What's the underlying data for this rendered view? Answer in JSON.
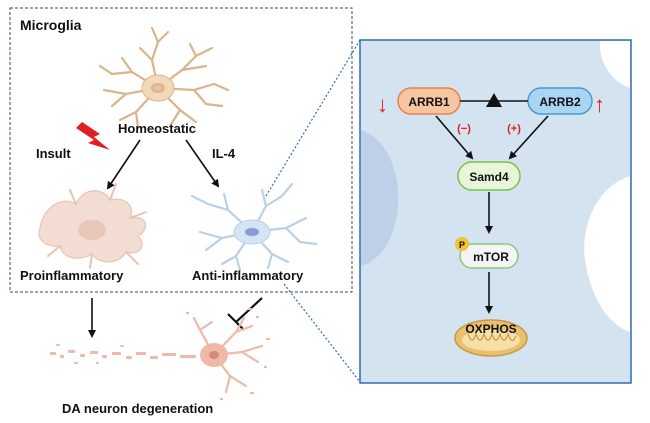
{
  "left_panel": {
    "title": "Microglia",
    "homeostatic_label": "Homeostatic",
    "insult_label": "Insult",
    "il4_label": "IL-4",
    "proinflammatory_label": "Proinflammatory",
    "anti_inflammatory_label": "Anti-inflammatory"
  },
  "bottom": {
    "neuron_label": "DA neuron degeneration"
  },
  "pathway": {
    "arrb1_label": "ARRB1",
    "arrb2_label": "ARRB2",
    "minus_label": "(−)",
    "plus_label": "(+)",
    "samd4_label": "Samd4",
    "phospho_label": "P",
    "mtor_label": "mTOR",
    "oxphos_label": "OXPHOS"
  },
  "colors": {
    "homeostatic_cell": "#f2d9b8",
    "proinflammatory_cell": "#f3ddd2",
    "anti_inflammatory_cell": "#d4e4f2",
    "neuron": "#f0b8a6",
    "arrb1_fill": "#f7c6a0",
    "arrb1_stroke": "#e4844a",
    "arrb2_fill": "#a9d4f2",
    "arrb2_stroke": "#4a9ad4",
    "samd4_fill": "#e8f5d8",
    "samd4_stroke": "#7cbf4a",
    "mtor_fill": "#f4f4f4",
    "mtor_stroke": "#8bc97a",
    "phospho_fill": "#f2c230",
    "mitochondria": "#e8c070",
    "panel_bg": "#d4e3f0",
    "panel_border": "#2e6db4",
    "red_accent": "#e02020"
  },
  "icons": [
    "lightning-bolt-icon",
    "mitochondria-icon",
    "down-arrow-icon",
    "up-arrow-icon"
  ]
}
